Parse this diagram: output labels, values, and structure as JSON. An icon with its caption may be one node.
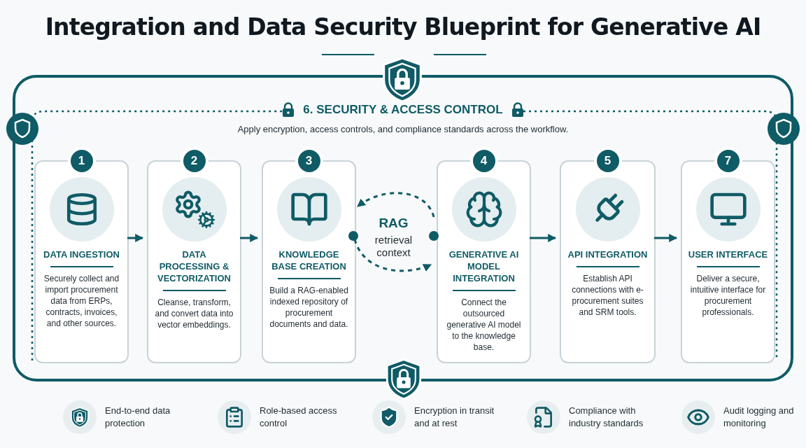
{
  "diagram": {
    "title": "Integration and Data Security Blueprint for Generative AI",
    "nodes": [
      {
        "text": [
          "6. SECURITY & ACCESS CONTROL",
          "Apply encryption, access controls, and compliance standards across the workflow."
        ]
      },
      {
        "text": [
          "1",
          "DATA INGESTION",
          "Securely collect and import procurement data from ERPs, contracts, invoices, and other sources."
        ],
        "in": 0
      },
      {
        "text": [
          "2",
          "DATA PROCESSING & VECTORIZATION",
          "Cleanse, transform, and convert data into vector embeddings."
        ],
        "in": 0
      },
      {
        "text": [
          "3",
          "KNOWLEDGE BASE CREATION",
          "Build a RAG-enabled indexed repository of procurement documents and data."
        ],
        "in": 0
      },
      {
        "text": [
          "4",
          "GENERATIVE AI MODEL INTEGRATION",
          "Connect the outsourced generative AI model to the knowledge base."
        ],
        "in": 0
      },
      {
        "text": [
          "5",
          "API INTEGRATION",
          "Establish API connections with e-procurement suites and SRM tools."
        ],
        "in": 0
      },
      {
        "text": [
          "7",
          "USER INTERFACE",
          "Deliver a secure, intuitive interface for procurement professionals."
        ],
        "in": 0
      }
    ],
    "edges": [
      {
        "from": 1,
        "to": 2,
        "arrow": "to"
      },
      {
        "from": 2,
        "to": 3,
        "arrow": "to"
      },
      {
        "from": 4,
        "to": 3,
        "arrow": "to",
        "style": "dashed"
      },
      {
        "from": 3,
        "to": 4,
        "arrow": "to",
        "style": "dashed"
      },
      {
        "from": 4,
        "to": 5,
        "arrow": "to"
      },
      {
        "from": 5,
        "to": 6,
        "arrow": "to"
      }
    ],
    "labels": [
      "RAG",
      "retrieval context",
      "End-to-end data protection",
      "Role-based access control",
      "Encryption in transit and at rest",
      "Compliance with industry standards",
      "Audit logging and monitoring"
    ]
  }
}
